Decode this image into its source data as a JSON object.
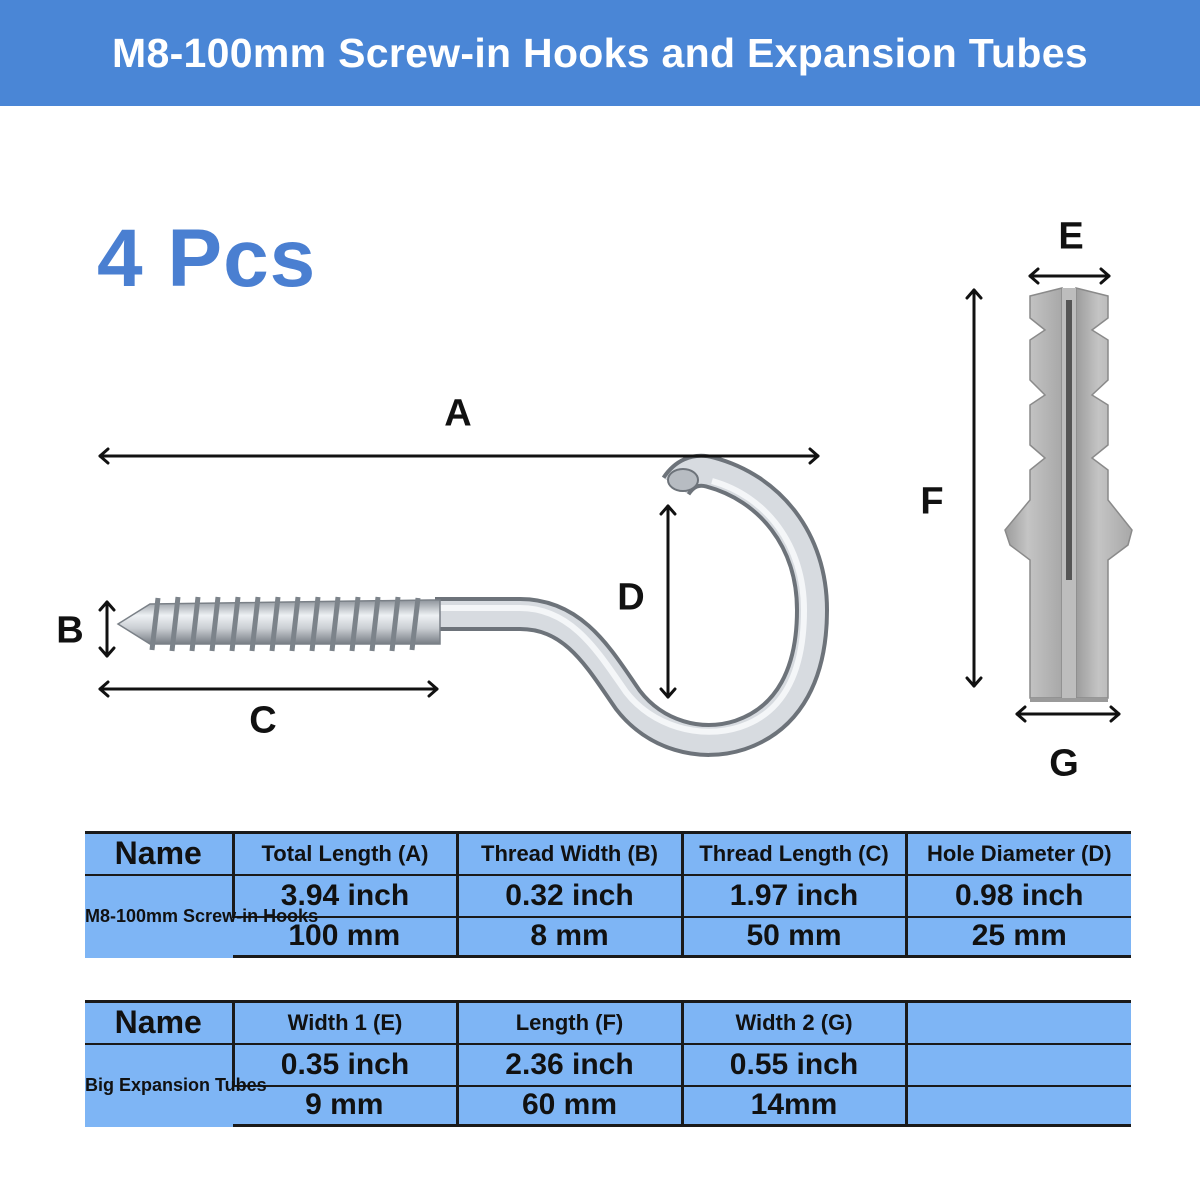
{
  "title": "M8-100mm Screw-in Hooks and Expansion Tubes",
  "quantity": "4 Pcs",
  "colors": {
    "banner": "#4a86d6",
    "table_fill": "#7eb5f5",
    "plug": "#b8b8b8",
    "hook": "#c9cdd2"
  },
  "dimension_labels": {
    "a": "A",
    "b": "B",
    "c": "C",
    "d": "D",
    "e": "E",
    "f": "F",
    "g": "G"
  },
  "hooks_table": {
    "name_header": "Name",
    "headers": [
      "Total Length (A)",
      "Thread Width (B)",
      "Thread Length (C)",
      "Hole Diameter (D)"
    ],
    "row_name": "M8-100mm Screw-in Hooks",
    "inch": [
      "3.94 inch",
      "0.32 inch",
      "1.97 inch",
      "0.98 inch"
    ],
    "mm": [
      "100 mm",
      "8 mm",
      "50 mm",
      "25 mm"
    ]
  },
  "tubes_table": {
    "name_header": "Name",
    "headers": [
      "Width 1 (E)",
      "Length (F)",
      "Width 2 (G)",
      ""
    ],
    "row_name": "Big Expansion Tubes",
    "inch": [
      "0.35 inch",
      "2.36 inch",
      "0.55 inch",
      ""
    ],
    "mm": [
      "9 mm",
      "60 mm",
      "14mm",
      ""
    ]
  }
}
